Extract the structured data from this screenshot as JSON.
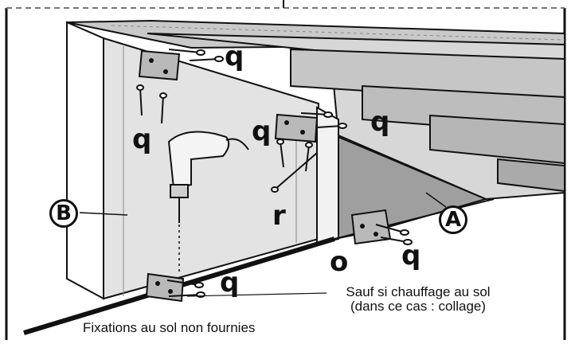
{
  "labels": {
    "q": "q",
    "r": "r",
    "o": "o",
    "A": "A",
    "B": "B"
  },
  "notes": {
    "underfloor_line1": "Sauf si chauffage au sol",
    "underfloor_line2": "(dans ce cas : collage)",
    "floor_fixings": "Fixations au sol non fournies"
  }
}
